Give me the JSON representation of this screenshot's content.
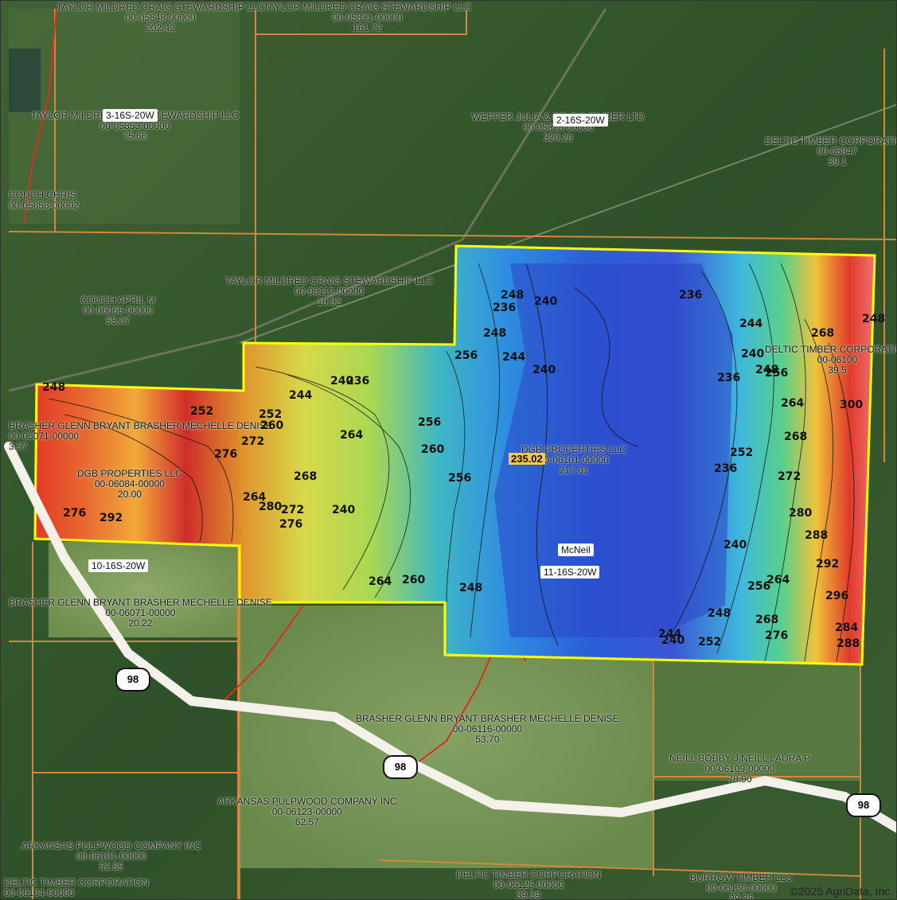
{
  "map": {
    "copyright": "©2025 AgriData, Inc.",
    "highway_shield": "98",
    "selected_elevation": "235.02",
    "place_label": "McNeil",
    "sections": [
      "3-16S-20W",
      "2-16S-20W",
      "10-16S-20W",
      "11-16S-20W"
    ],
    "parcels": [
      {
        "owner": "TAYLOR MILDRED CRAIG STEWARDSHIP LLC",
        "id": "00-05848-00000",
        "acres": "202.42"
      },
      {
        "owner": "TAYLOR MILDRED CRAIG STEWARDSHIP LLC",
        "id": "00-05831-00000",
        "acres": "161.72"
      },
      {
        "owner": "TAYLOR MILDRED CRAIG STEWARDSHIP LLC",
        "id": "00-05853-00000",
        "acres": "75.66"
      },
      {
        "owner": "WEPFER JULIA & DELTIC TIMBER LTD",
        "id": "00-05825-00000",
        "acres": "320.29"
      },
      {
        "owner": "DELTIC TIMBER CORPORATION",
        "id": "00-05847",
        "acres": "39.1"
      },
      {
        "owner": "COUCH CHRIS",
        "id": "00-05858-00002",
        "acres": ""
      },
      {
        "owner": "COUCH APRIL M",
        "id": "00-06066-00000",
        "acres": "58.07"
      },
      {
        "owner": "TAYLOR MILDRED CRAIG STEWARDSHIP LLC",
        "id": "00-06112-00000",
        "acres": "19.92"
      },
      {
        "owner": "DELTIC TIMBER CORPORATION",
        "id": "00-06100",
        "acres": "39.5"
      },
      {
        "owner": "BRASHER GLENN BRYANT BRASHER MECHELLE DENISE",
        "id": "00-06071-00000",
        "acres": "3.57"
      },
      {
        "owner": "DGB PROPERTIES LLC",
        "id": "00-06084-00000",
        "acres": "20.00"
      },
      {
        "owner": "DGB PROPERTIES LLC",
        "id": "00-06101-00000",
        "acres": "217.61"
      },
      {
        "owner": "BRASHER GLENN BRYANT BRASHER MECHELLE DENISE",
        "id": "00-06071-00000",
        "acres": "20.22"
      },
      {
        "owner": "BRASHER GLENN BRYANT BRASHER MECHELLE DENISE",
        "id": "00-06116-00000",
        "acres": "53.70"
      },
      {
        "owner": "NEILL BOBBY J NEILL LAURA P",
        "id": "00-06109-00000",
        "acres": "78.90"
      },
      {
        "owner": "ARKANSAS PULPWOOD COMPANY INC",
        "id": "00-06123-00000",
        "acres": "62.57"
      },
      {
        "owner": "ARKANSAS PULPWOOD COMPANY INC",
        "id": "00-06101-00000",
        "acres": "52.85"
      },
      {
        "owner": "DELTIC TIMBER CORPORATION",
        "id": "00-06125-00000",
        "acres": "39.39"
      },
      {
        "owner": "BURROW TIMBER LLC",
        "id": "00-06130-00000",
        "acres": "39.38"
      },
      {
        "owner": "DELTIC TIMBER CORPORATION",
        "id": "00-06104-00000",
        "acres": ""
      }
    ],
    "contour_labels": [
      "248",
      "252",
      "244",
      "240",
      "252",
      "260",
      "272",
      "276",
      "264",
      "256",
      "260",
      "268",
      "280",
      "272",
      "276",
      "292",
      "276",
      "264",
      "240",
      "236",
      "256",
      "248",
      "244",
      "240",
      "236",
      "248",
      "240",
      "236",
      "244",
      "240",
      "248",
      "256",
      "264",
      "268",
      "272",
      "280",
      "288",
      "292",
      "296",
      "284",
      "288",
      "300",
      "276",
      "268",
      "264",
      "256",
      "252",
      "248",
      "244",
      "240",
      "256",
      "260",
      "264",
      "236",
      "252",
      "240",
      "236",
      "248",
      "268",
      "248"
    ]
  },
  "colors": {
    "boundary": "#ffff00",
    "parcel_line": "#d4873a",
    "road": "#f4f1ea"
  }
}
